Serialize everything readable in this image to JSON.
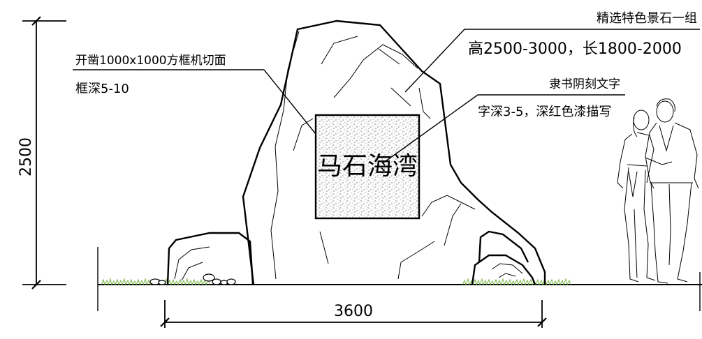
{
  "annotations": {
    "stone_selection": "精选特色景石一组",
    "stone_size": "高2500-3000，长1800-2000",
    "cut_face": "开凿1000x1000方框机切面",
    "frame_depth": "框深5-10",
    "script_style": "隶书阴刻文字",
    "paint_spec": "字深3-5，深红色漆描写"
  },
  "carved_text": "马石海湾",
  "dimensions": {
    "height": "2500",
    "width": "3600"
  },
  "colors": {
    "line": "#000000",
    "grass": "#7ab648",
    "background": "#ffffff"
  }
}
